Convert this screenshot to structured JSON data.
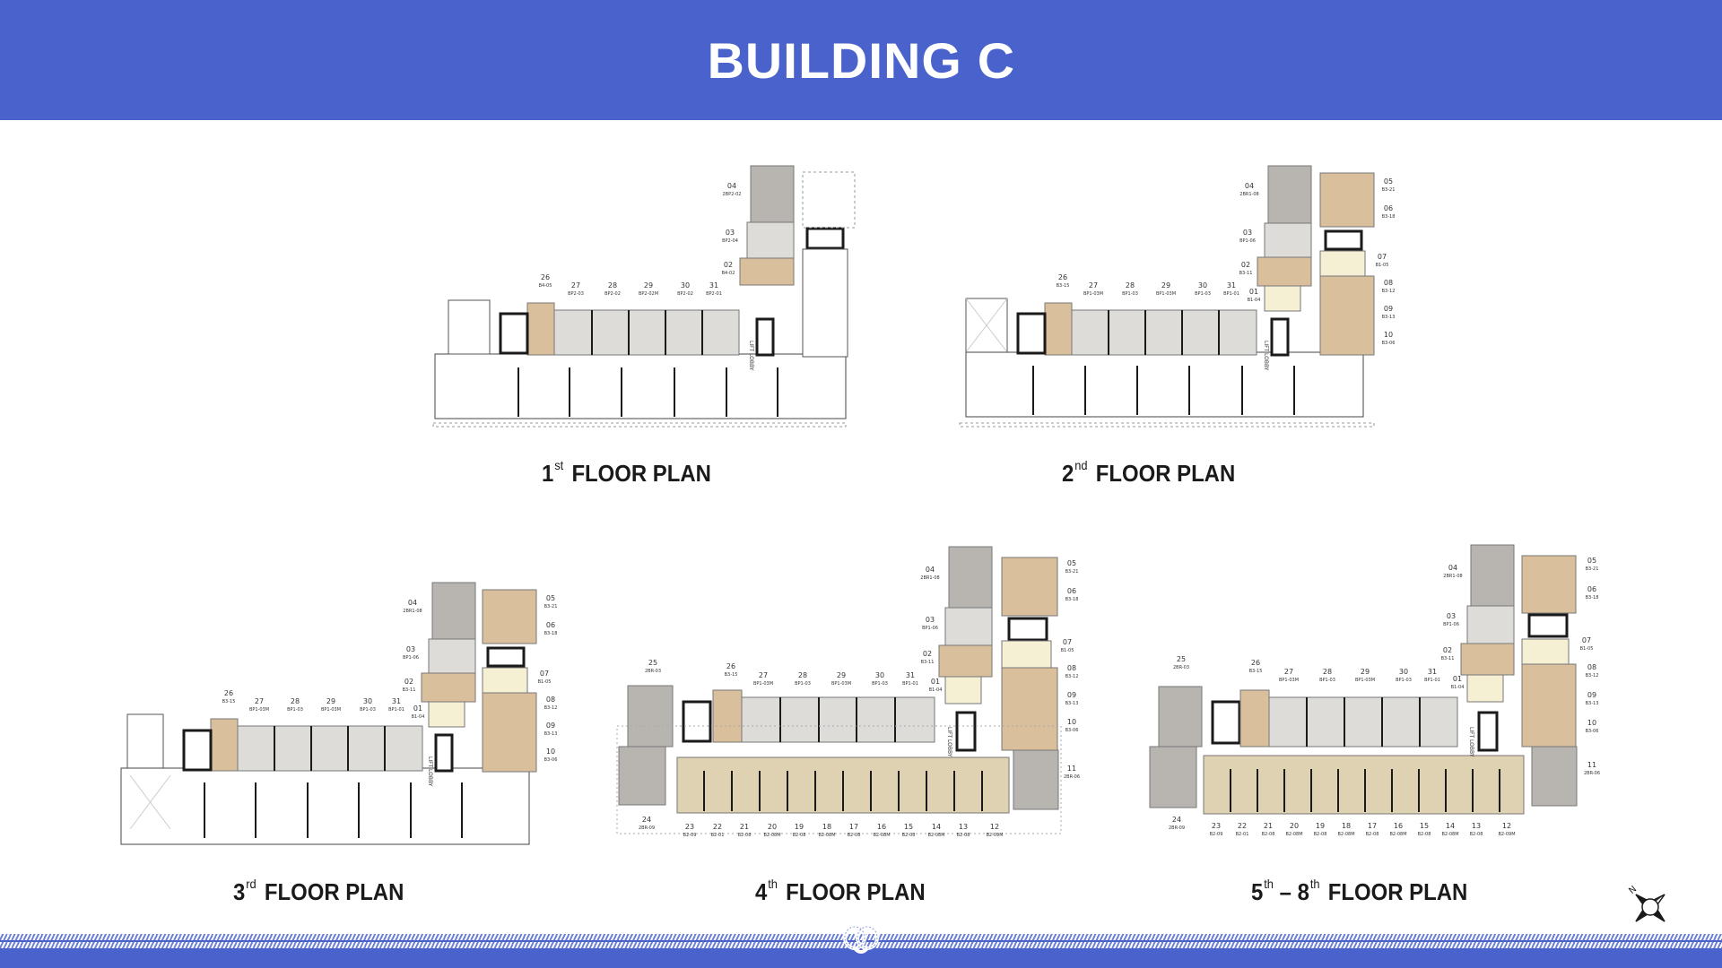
{
  "header": {
    "title": "BUILDING C",
    "background_color": "#4A63CC"
  },
  "colors": {
    "two_bedroom": "#B8B5B0",
    "studio_bp": "#DEDCD8",
    "tan_b3_b4": "#D9BF9C",
    "cream_b1": "#F5EFD4",
    "beige_b2": "#DFD2B2",
    "wall": "#1a1a1a"
  },
  "plans": [
    {
      "id": "floor-1",
      "caption": {
        "num": "1",
        "sup": "st",
        "text": "FLOOR PLAN"
      },
      "units": [
        {
          "no": "04",
          "code": "2BP2-02"
        },
        {
          "no": "03",
          "code": "BP2-04"
        },
        {
          "no": "02",
          "code": "B4-02"
        },
        {
          "no": "26",
          "code": "B4-05"
        },
        {
          "no": "27",
          "code": "BP2-03"
        },
        {
          "no": "28",
          "code": "BP2-02"
        },
        {
          "no": "29",
          "code": "BP2-02M"
        },
        {
          "no": "30",
          "code": "BP2-02"
        },
        {
          "no": "31",
          "code": "BP2-01"
        }
      ],
      "lift_label": "LIFT LOBBY"
    },
    {
      "id": "floor-2",
      "caption": {
        "num": "2",
        "sup": "nd",
        "text": "FLOOR PLAN"
      },
      "units": [
        {
          "no": "04",
          "code": "2BR1-08"
        },
        {
          "no": "03",
          "code": "BP1-06"
        },
        {
          "no": "02",
          "code": "B3-11"
        },
        {
          "no": "01",
          "code": "B1-04"
        },
        {
          "no": "05",
          "code": "B3-21"
        },
        {
          "no": "06",
          "code": "B3-18"
        },
        {
          "no": "07",
          "code": "B1-05"
        },
        {
          "no": "08",
          "code": "B3-12"
        },
        {
          "no": "09",
          "code": "B3-13"
        },
        {
          "no": "10",
          "code": "B3-06"
        },
        {
          "no": "26",
          "code": "B3-15"
        },
        {
          "no": "27",
          "code": "BP1-03M"
        },
        {
          "no": "28",
          "code": "BP1-03"
        },
        {
          "no": "29",
          "code": "BP1-03M"
        },
        {
          "no": "30",
          "code": "BP1-03"
        },
        {
          "no": "31",
          "code": "BP1-01"
        }
      ],
      "lift_label": "LIFT LOBBY"
    },
    {
      "id": "floor-3",
      "caption": {
        "num": "3",
        "sup": "rd",
        "text": "FLOOR PLAN"
      },
      "units": [
        {
          "no": "04",
          "code": "2BR1-08"
        },
        {
          "no": "03",
          "code": "BP1-06"
        },
        {
          "no": "02",
          "code": "B3-11"
        },
        {
          "no": "01",
          "code": "B1-04"
        },
        {
          "no": "05",
          "code": "B3-21"
        },
        {
          "no": "06",
          "code": "B3-18"
        },
        {
          "no": "07",
          "code": "B1-05"
        },
        {
          "no": "08",
          "code": "B3-12"
        },
        {
          "no": "09",
          "code": "B3-13"
        },
        {
          "no": "10",
          "code": "B3-06"
        },
        {
          "no": "26",
          "code": "B3-15"
        },
        {
          "no": "27",
          "code": "BP1-03M"
        },
        {
          "no": "28",
          "code": "BP1-03"
        },
        {
          "no": "29",
          "code": "BP1-03M"
        },
        {
          "no": "30",
          "code": "BP1-03"
        },
        {
          "no": "31",
          "code": "BP1-01"
        }
      ],
      "lift_label": "LIFT LOBBY"
    },
    {
      "id": "floor-4",
      "caption": {
        "num": "4",
        "sup": "th",
        "text": "FLOOR PLAN"
      },
      "units": [
        {
          "no": "04",
          "code": "2BR1-08"
        },
        {
          "no": "03",
          "code": "BP1-06"
        },
        {
          "no": "02",
          "code": "B3-11"
        },
        {
          "no": "01",
          "code": "B1-04"
        },
        {
          "no": "05",
          "code": "B3-21"
        },
        {
          "no": "06",
          "code": "B3-18"
        },
        {
          "no": "07",
          "code": "B1-05"
        },
        {
          "no": "08",
          "code": "B3-12"
        },
        {
          "no": "09",
          "code": "B3-13"
        },
        {
          "no": "10",
          "code": "B3-06"
        },
        {
          "no": "11",
          "code": "2BR-06"
        },
        {
          "no": "25",
          "code": "2BR-03"
        },
        {
          "no": "26",
          "code": "B3-15"
        },
        {
          "no": "27",
          "code": "BP1-03M"
        },
        {
          "no": "28",
          "code": "BP1-03"
        },
        {
          "no": "29",
          "code": "BP1-03M"
        },
        {
          "no": "30",
          "code": "BP1-03"
        },
        {
          "no": "31",
          "code": "BP1-01"
        },
        {
          "no": "24",
          "code": "2BR-09"
        }
      ],
      "bottom_units": [
        {
          "no": "23",
          "code": "B2-09"
        },
        {
          "no": "22",
          "code": "B2-01"
        },
        {
          "no": "21",
          "code": "B2-08"
        },
        {
          "no": "20",
          "code": "B2-08M"
        },
        {
          "no": "19",
          "code": "B2-08"
        },
        {
          "no": "18",
          "code": "B2-08M"
        },
        {
          "no": "17",
          "code": "B2-08"
        },
        {
          "no": "16",
          "code": "B2-08M"
        },
        {
          "no": "15",
          "code": "B2-08"
        },
        {
          "no": "14",
          "code": "B2-08M"
        },
        {
          "no": "13",
          "code": "B2-08"
        },
        {
          "no": "12",
          "code": "B2-09M"
        }
      ],
      "lift_label": "LIFT LOBBY"
    },
    {
      "id": "floor-5-8",
      "caption": {
        "num": "5",
        "sup": "th",
        "dash": "–",
        "num2": "8",
        "sup2": "th",
        "text": "FLOOR PLAN"
      },
      "units": [
        {
          "no": "04",
          "code": "2BR1-08"
        },
        {
          "no": "03",
          "code": "BP1-06"
        },
        {
          "no": "02",
          "code": "B3-11"
        },
        {
          "no": "01",
          "code": "B1-04"
        },
        {
          "no": "05",
          "code": "B3-21"
        },
        {
          "no": "06",
          "code": "B3-18"
        },
        {
          "no": "07",
          "code": "B1-05"
        },
        {
          "no": "08",
          "code": "B3-12"
        },
        {
          "no": "09",
          "code": "B3-13"
        },
        {
          "no": "10",
          "code": "B3-06"
        },
        {
          "no": "11",
          "code": "2BR-06"
        },
        {
          "no": "25",
          "code": "2BR-03"
        },
        {
          "no": "26",
          "code": "B3-15"
        },
        {
          "no": "27",
          "code": "BP1-03M"
        },
        {
          "no": "28",
          "code": "BP1-03"
        },
        {
          "no": "29",
          "code": "BP1-03M"
        },
        {
          "no": "30",
          "code": "BP1-03"
        },
        {
          "no": "31",
          "code": "BP1-01"
        },
        {
          "no": "24",
          "code": "2BR-09"
        }
      ],
      "bottom_units": [
        {
          "no": "23",
          "code": "B2-09"
        },
        {
          "no": "22",
          "code": "B2-01"
        },
        {
          "no": "21",
          "code": "B2-08"
        },
        {
          "no": "20",
          "code": "B2-08M"
        },
        {
          "no": "19",
          "code": "B2-08"
        },
        {
          "no": "18",
          "code": "B2-08M"
        },
        {
          "no": "17",
          "code": "B2-08"
        },
        {
          "no": "16",
          "code": "B2-08M"
        },
        {
          "no": "15",
          "code": "B2-08"
        },
        {
          "no": "14",
          "code": "B2-08M"
        },
        {
          "no": "13",
          "code": "B2-08"
        },
        {
          "no": "12",
          "code": "B2-09M"
        }
      ],
      "lift_label": "LIFT LOBBY"
    }
  ],
  "compass": {
    "label": "N",
    "icon": "compass-rose-icon"
  },
  "footer": {
    "decoration": "rope-knot-icon"
  }
}
